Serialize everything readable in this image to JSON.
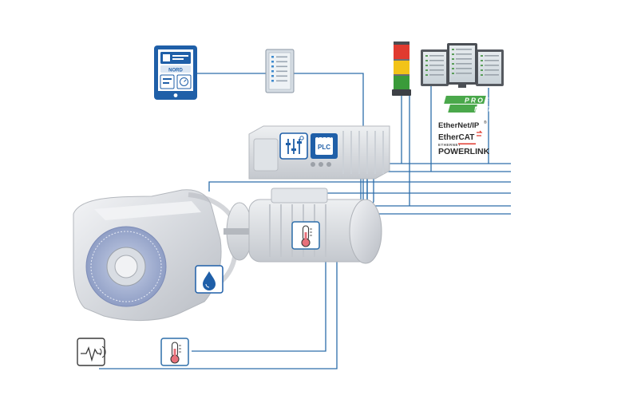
{
  "tablet": {
    "brand_label": "NORD"
  },
  "plc_module": {
    "label": "PLC"
  },
  "protocols": {
    "profinet_line1": "PROFI",
    "profinet_line2": "NET",
    "ethernet_ip": "EtherNet/IP",
    "ethernet_ip_mark": "®",
    "ethercat": "EtherCAT",
    "powerlink_small": "ETHERNET",
    "powerlink": "POWERLINK"
  },
  "colors": {
    "wire": "#2d6eaa",
    "icon_blue": "#1f5fa8",
    "profinet_green": "#4aa84b",
    "signal_red": "#e03a2f",
    "signal_yellow": "#f2c318",
    "signal_green": "#3a9b3a",
    "thermometer_red": "#e8707a"
  },
  "icons": {
    "tablet": "tablet-icon",
    "display_panel": "display-panel-icon",
    "signal_tower": "signal-tower-icon",
    "monitors": "monitor-stack-icon",
    "frequency_inverter": "frequency-inverter-icon",
    "plc": "plc-icon",
    "oil": "oil-drop-icon",
    "motor_temperature": "thermometer-icon",
    "gear_temperature": "thermometer-icon",
    "vibration": "vibration-sensor-icon"
  }
}
